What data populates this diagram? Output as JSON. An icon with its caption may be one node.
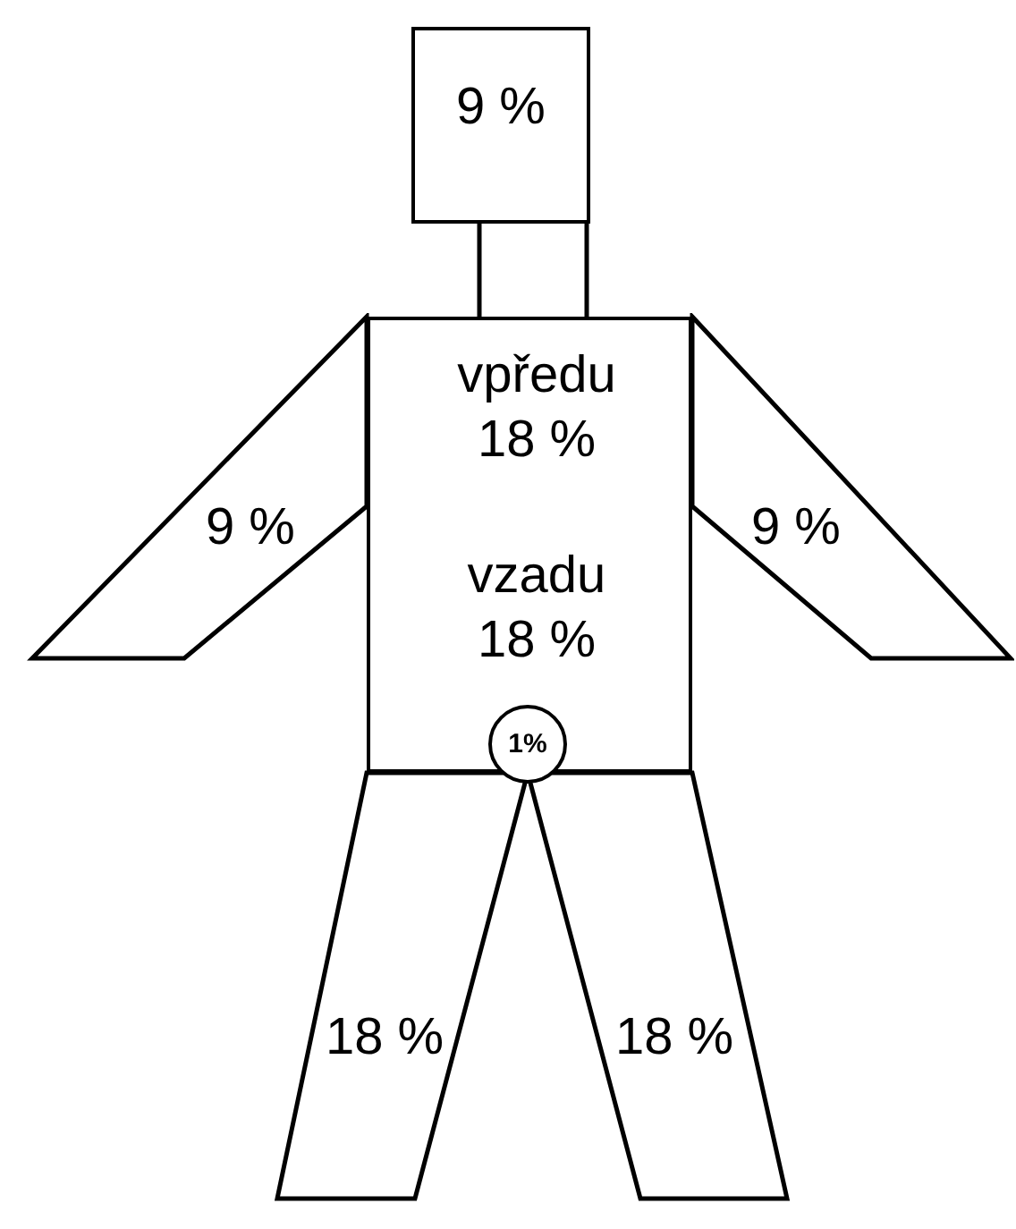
{
  "diagram": {
    "nodes": [
      {
        "text": [
          "9 %"
        ]
      },
      {
        "text": [
          "9 %"
        ]
      },
      {
        "text": [
          "vpředu 18 %",
          "vzadu 18 %"
        ]
      },
      {
        "text": [
          "9 %"
        ]
      },
      {
        "text": [
          "1%"
        ]
      },
      {
        "text": [
          "18 %"
        ]
      },
      {
        "text": [
          "18 %"
        ]
      }
    ]
  }
}
